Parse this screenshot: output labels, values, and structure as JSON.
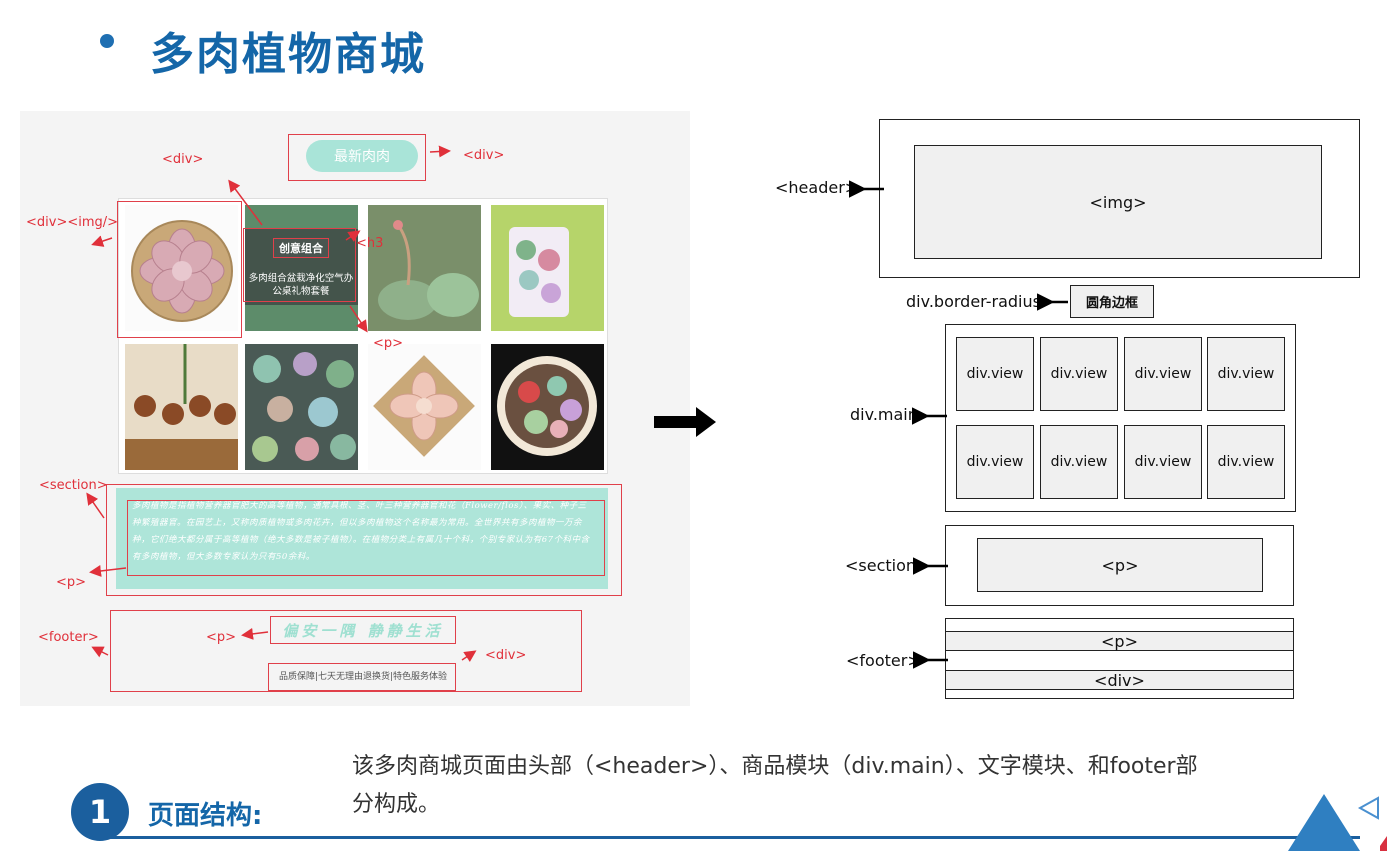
{
  "slide_title": "多肉植物商城",
  "left_panel": {
    "banner_button": "最新肉肉",
    "tile_caption_title": "创意组合",
    "tile_caption_text": "多肉组合盆栽净化空气办公桌礼物套餐",
    "paragraph": "多肉植物是指植物营养器官肥大的高等植物，通常具根、茎、叶三种营养器官和花（Flower/flos）、果实、种子三种繁殖器官。在园艺上，又称肉质植物或多肉花卉，但以多肉植物这个名称最为常用。全世界共有多肉植物一万余种，它们绝大都分属于高等植物（绝大多数是被子植物）。在植物分类上有属几十个科，个别专家认为有67个科中含有多肉植物，但大多数专家认为只有50余科。",
    "footer_title": "偏安一隅 静静生活",
    "footer_text": "品质保障|七天无理由退换货|特色服务体验",
    "annotations": {
      "div_top": "<div>",
      "div_right": "<div>",
      "div_img": "<div><img/></div>",
      "h3": "<h3",
      "p_tile": "<p>",
      "section": "<section>",
      "p_section": "<p>",
      "footer": "<footer>",
      "p_footer": "<p>",
      "div_footer": "<div>"
    }
  },
  "diagram": {
    "header_label": "<header>",
    "img_label": "<img>",
    "radius_label": "div.border-radius",
    "radius_box": "圆角边框",
    "main_label": "div.main",
    "view_label": "div.view",
    "section_label": "<section>",
    "section_p": "<p>",
    "footer_label": "<footer>",
    "footer_p": "<p>",
    "footer_div": "<div>"
  },
  "description": "该多肉商城页面由头部（<header>）、商品模块（div.main）、文字模块、和footer部分构成。",
  "section_number": "1",
  "section_title": "页面结构:",
  "colors": {
    "title_blue": "#1466a8",
    "annotation_red": "#e0303a",
    "mint": "#a9e4d8"
  }
}
